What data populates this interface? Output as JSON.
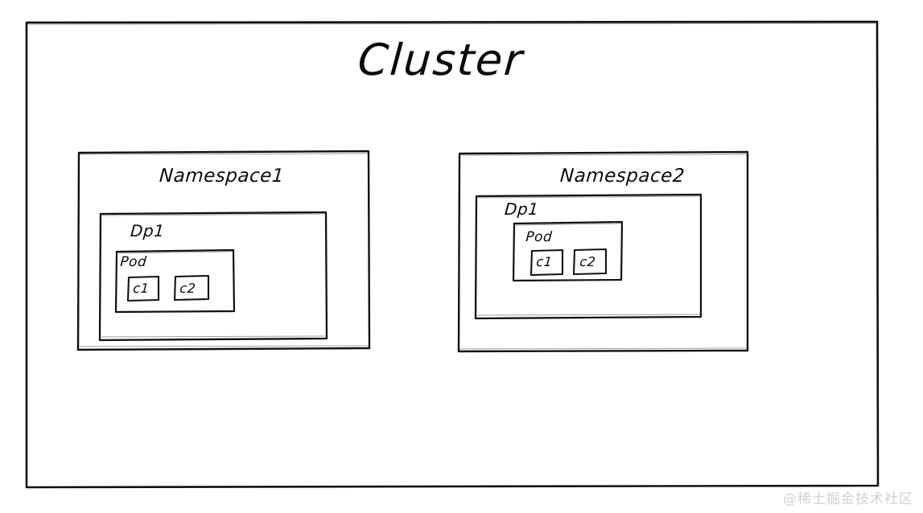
{
  "diagram": {
    "type": "nested-boxes",
    "title": "Cluster",
    "background_color": "#ffffff",
    "stroke_color": "#111111",
    "text_color": "#0a0a0a",
    "style": "hand-drawn whiteboard sketch",
    "root": {
      "name": "cluster",
      "label": "Cluster",
      "label_position": "top-center"
    },
    "namespaces": [
      {
        "id": "namespace1",
        "label": "Namespace1",
        "deployment": {
          "id": "dp1-ns1",
          "label": "Dp1",
          "pod": {
            "id": "pod-ns1",
            "label": "Pod",
            "containers": [
              {
                "id": "c1-ns1",
                "label": "c1"
              },
              {
                "id": "c2-ns1",
                "label": "c2"
              }
            ]
          }
        }
      },
      {
        "id": "namespace2",
        "label": "Namespace2",
        "deployment": {
          "id": "dp1-ns2",
          "label": "Dp1",
          "pod": {
            "id": "pod-ns2",
            "label": "Pod",
            "containers": [
              {
                "id": "c1-ns2",
                "label": "c1"
              },
              {
                "id": "c2-ns2",
                "label": "c2"
              }
            ]
          }
        }
      }
    ]
  },
  "watermark": {
    "text": "@稀土掘金技术社区",
    "color": "#d2d2d2"
  }
}
